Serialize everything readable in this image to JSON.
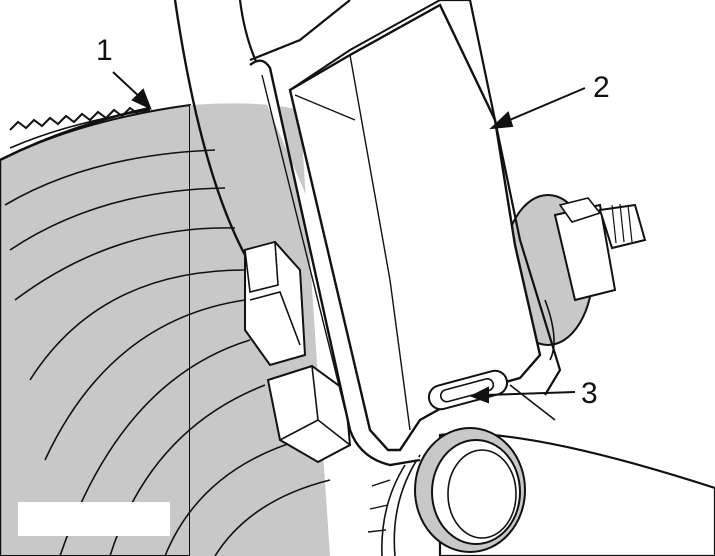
{
  "diagram": {
    "callouts": [
      {
        "id": "1",
        "label": "1"
      },
      {
        "id": "2",
        "label": "2"
      },
      {
        "id": "3",
        "label": "3"
      }
    ]
  },
  "colors": {
    "line": "#111111",
    "shade": "#c8c8c8",
    "paper": "#ffffff"
  }
}
